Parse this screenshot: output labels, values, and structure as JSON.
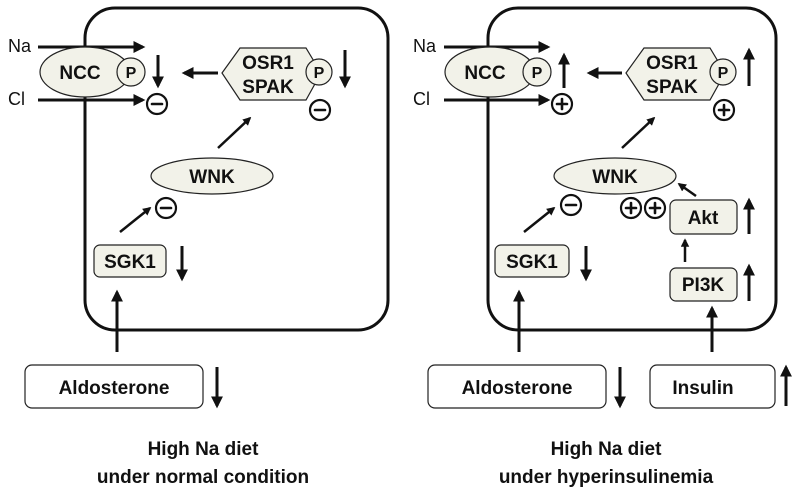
{
  "left_panel": {
    "ions": {
      "na": "Na",
      "cl": "Cl"
    },
    "ncc": "NCC",
    "phospho": "P",
    "kinase_top": "OSR1",
    "kinase_bottom": "SPAK",
    "wnk": "WNK",
    "sgk1": "SGK1",
    "aldosterone": "Aldosterone",
    "caption_line1": "High Na diet",
    "caption_line2": "under normal condition"
  },
  "right_panel": {
    "ions": {
      "na": "Na",
      "cl": "Cl"
    },
    "ncc": "NCC",
    "phospho": "P",
    "kinase_top": "OSR1",
    "kinase_bottom": "SPAK",
    "wnk": "WNK",
    "sgk1": "SGK1",
    "akt": "Akt",
    "pi3k": "PI3K",
    "aldosterone": "Aldosterone",
    "insulin": "Insulin",
    "caption_line1": "High Na diet",
    "caption_line2": "under hyperinsulinemia"
  }
}
